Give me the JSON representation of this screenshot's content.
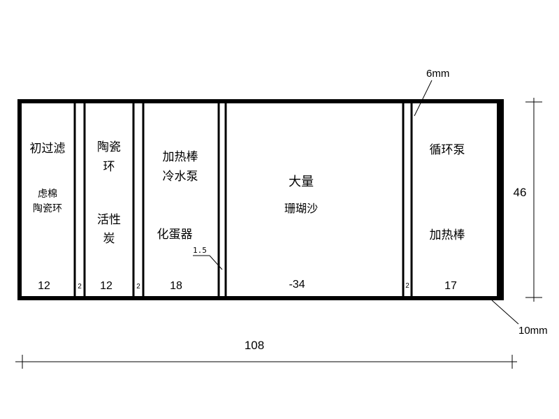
{
  "compartments": {
    "c1": {
      "title": "初过滤",
      "media1": "虑棉",
      "media2": "陶瓷环",
      "width": "12"
    },
    "c2": {
      "title1": "陶瓷",
      "title2": "环",
      "media1": "活性",
      "media2": "炭",
      "width": "12"
    },
    "c3": {
      "title1": "加热棒",
      "title2": "冷水泵",
      "media": "化蛋器",
      "width": "18"
    },
    "c4": {
      "title": "大量",
      "media": "珊瑚沙",
      "width": "-34"
    },
    "c5": {
      "title": "循环泵",
      "media": "加热棒",
      "width": "17"
    }
  },
  "gaps": {
    "g1": "2",
    "g2": "2",
    "g3": "2"
  },
  "annotations": {
    "partition": "1.5",
    "glass": "6mm",
    "base": "10mm",
    "total_length": "108",
    "height": "46"
  }
}
